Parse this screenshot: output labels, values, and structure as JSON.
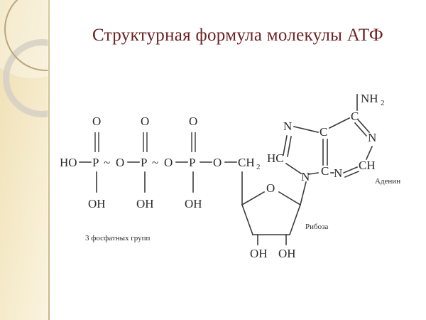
{
  "slide": {
    "title": "Структурная формула молекулы АТФ",
    "title_color": "#6B2121",
    "background": "#FFFFFF",
    "sidebar_color": "#F2E4BC"
  },
  "labels": {
    "phosphate_group": "3 фосфатных групп",
    "adenine": "Аденин",
    "ribose": "Рибоза"
  },
  "formula": {
    "terminal_ho": "HO",
    "phosphorus_1": "P",
    "phosphorus_2": "P",
    "phosphorus_3": "P",
    "bridge_o_1": "O",
    "bridge_o_2": "O",
    "bridge_o_3": "O",
    "double_o_1": "O",
    "double_o_2": "O",
    "double_o_3": "O",
    "hydroxyl_1": "OH",
    "hydroxyl_2": "OH",
    "hydroxyl_3": "OH",
    "methylene": "CH",
    "methylene_sub": "2",
    "tilde_1": "~",
    "tilde_2": "~"
  },
  "ribose": {
    "ring_oxygen": "O",
    "hydroxyl_left": "OH",
    "hydroxyl_right": "OH"
  },
  "adenine": {
    "amino": "NH",
    "amino_sub": "2",
    "c6": "C",
    "n1": "N",
    "c2": "CH",
    "n3": "N",
    "c4": "C",
    "c5": "C",
    "n7": "N",
    "c8": "HC",
    "n9": "N"
  }
}
